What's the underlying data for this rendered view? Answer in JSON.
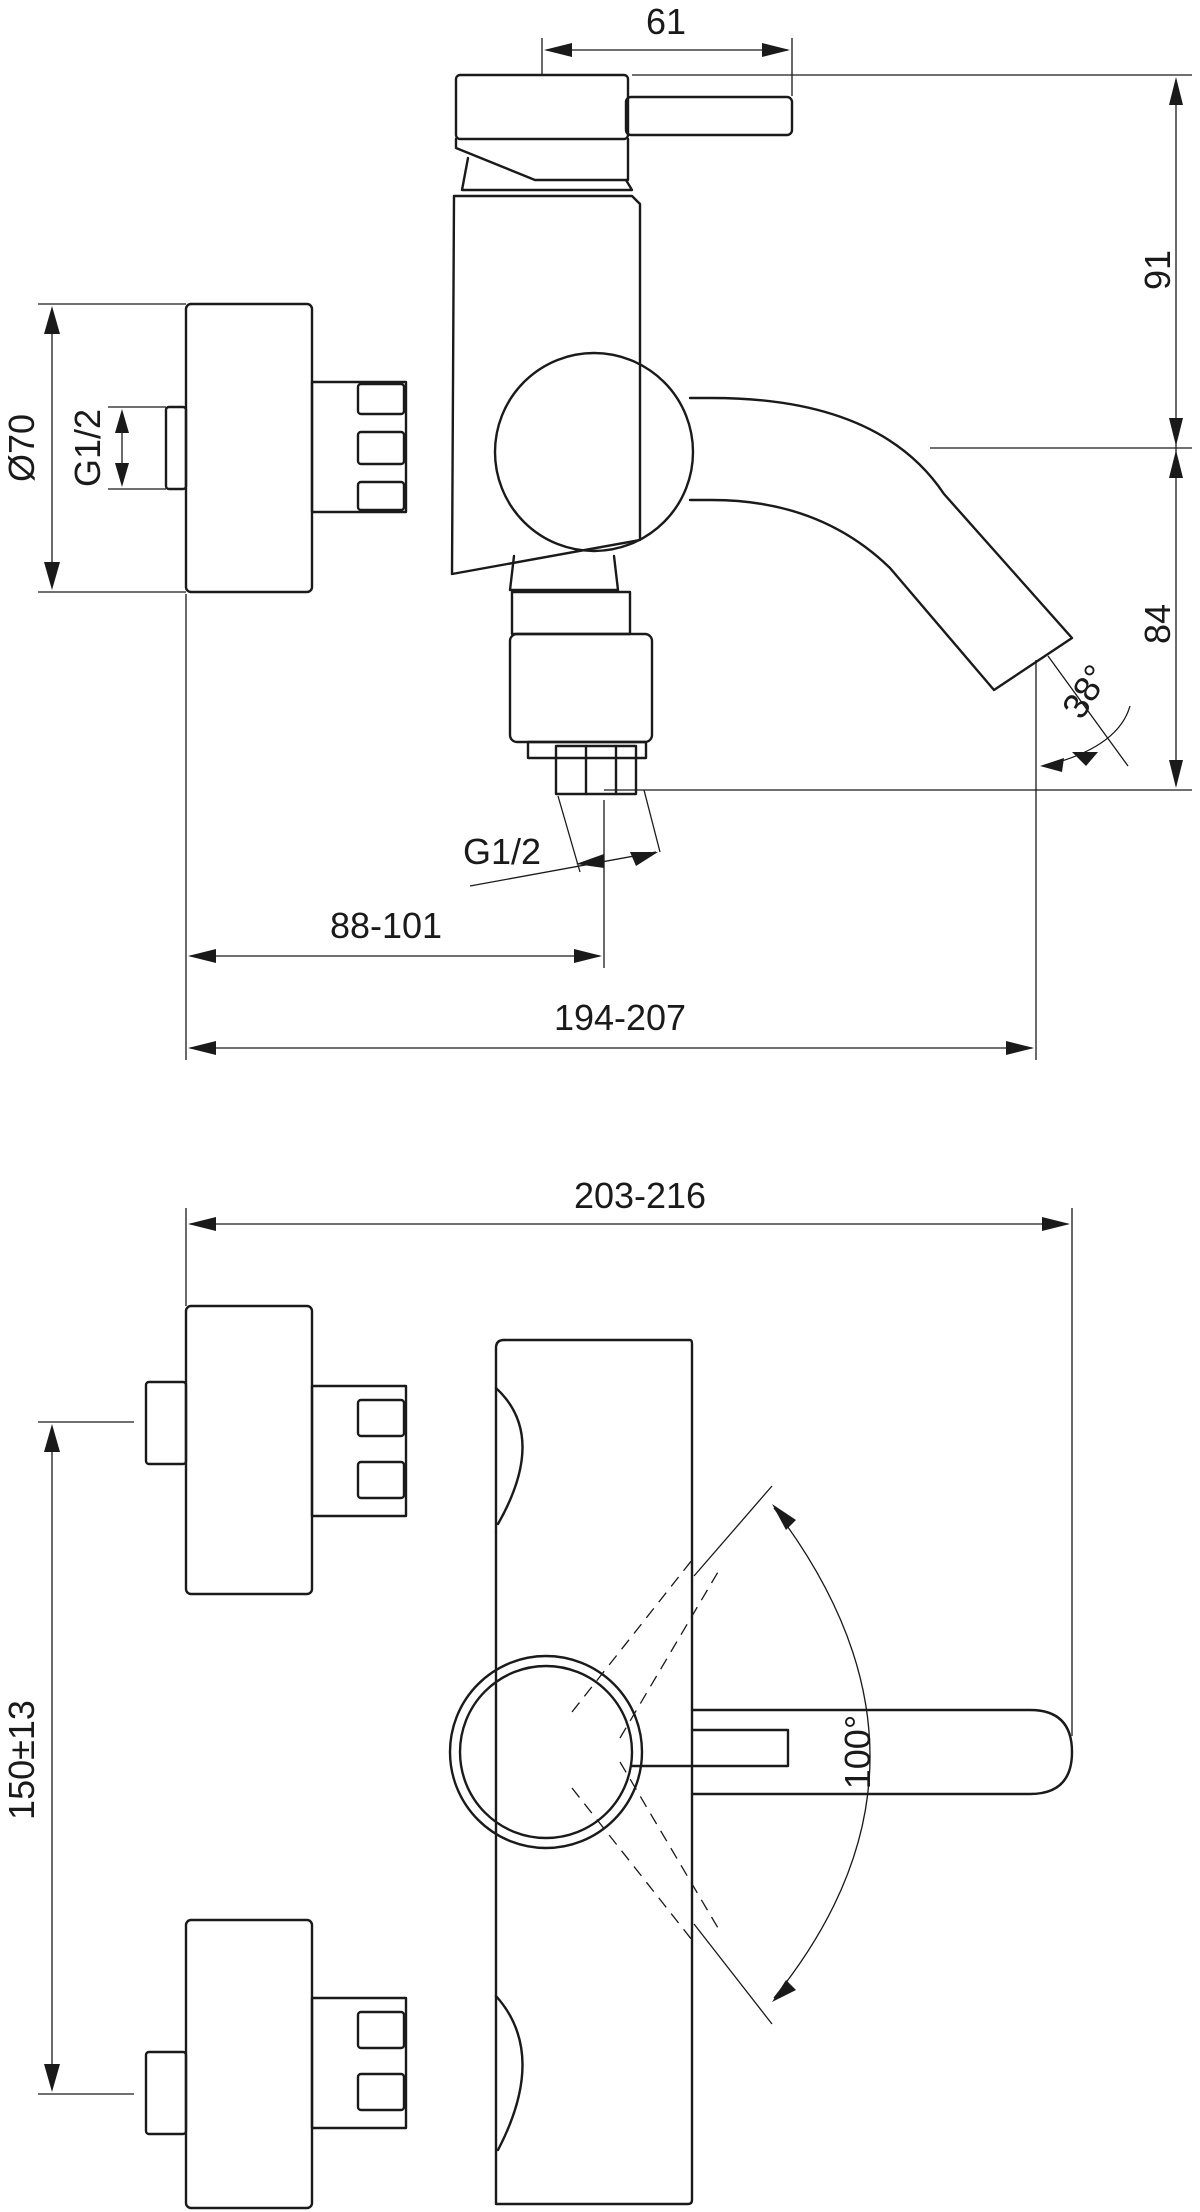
{
  "side_view": {
    "dim_lever_length": "61",
    "dim_height_top": "91",
    "dim_height_bottom": "84",
    "dim_spout_angle": "38°",
    "dim_rosette_diameter": "Ø70",
    "dim_inlet_thread_side": "G1/2",
    "dim_outlet_thread_bottom": "G1/2",
    "dim_projection_min": "88-101",
    "dim_projection_total": "194-207"
  },
  "front_view": {
    "dim_overall_width": "203-216",
    "dim_centre_distance": "150±13",
    "dim_lever_rotation": "100°"
  }
}
